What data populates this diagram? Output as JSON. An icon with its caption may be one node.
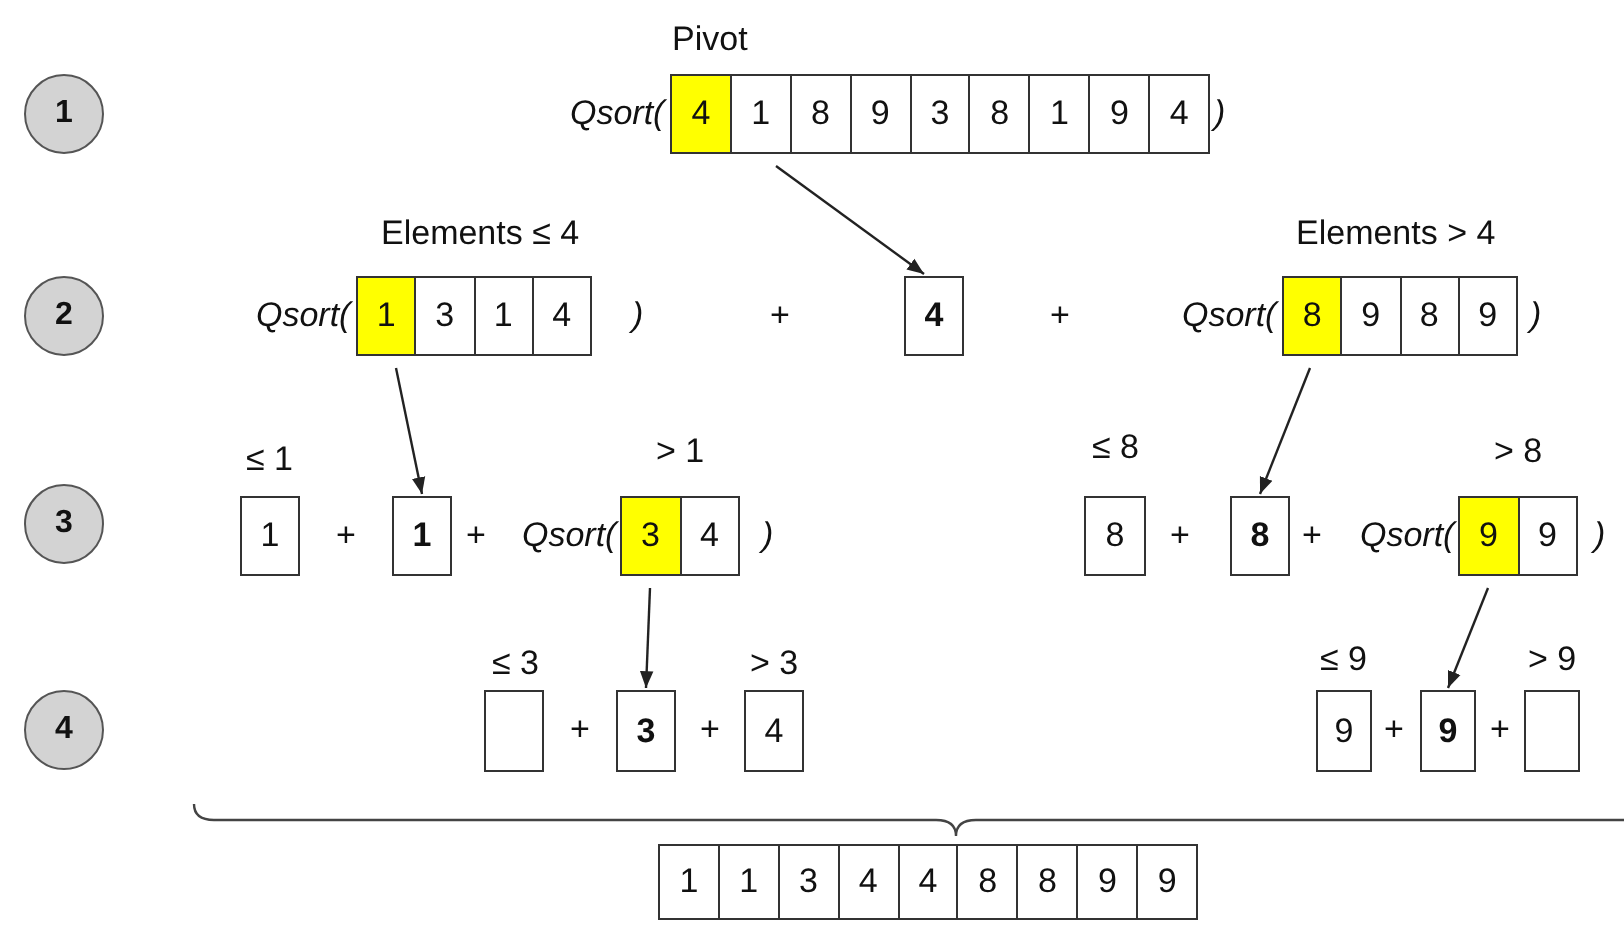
{
  "diagram": {
    "nodes": [
      {
        "text": [
          "1"
        ]
      },
      {
        "text": [
          "2"
        ]
      },
      {
        "text": [
          "3"
        ]
      },
      {
        "text": [
          "4"
        ]
      },
      {
        "text": [
          "4",
          "1",
          "8",
          "9",
          "3",
          "8",
          "1",
          "9",
          "4"
        ]
      },
      {
        "text": [
          "1",
          "3",
          "1",
          "4"
        ]
      },
      {
        "text": [
          "4"
        ]
      },
      {
        "text": [
          "8",
          "9",
          "8",
          "9"
        ]
      },
      {
        "text": [
          "1"
        ]
      },
      {
        "text": [
          "1"
        ]
      },
      {
        "text": [
          "3",
          "4"
        ]
      },
      {
        "text": [
          "8"
        ]
      },
      {
        "text": [
          "8"
        ]
      },
      {
        "text": [
          "9",
          "9"
        ]
      },
      {
        "text": [],
        "shape": "box"
      },
      {
        "text": [
          "3"
        ]
      },
      {
        "text": [
          "4"
        ]
      },
      {
        "text": [
          "9"
        ]
      },
      {
        "text": [
          "9"
        ]
      },
      {
        "text": [],
        "shape": "box"
      },
      {
        "text": [
          "1",
          "1",
          "3",
          "4",
          "4",
          "8",
          "8",
          "9",
          "9"
        ]
      }
    ],
    "edges": [
      {
        "from": 4,
        "to": 6,
        "arrow": "to"
      },
      {
        "from": 5,
        "to": 9,
        "arrow": "to"
      },
      {
        "from": 7,
        "to": 12,
        "arrow": "to"
      },
      {
        "from": 10,
        "to": 15,
        "arrow": "to"
      },
      {
        "from": 13,
        "to": 18,
        "arrow": "to"
      }
    ],
    "labels": [
      "Pivot",
      "Qsort(",
      ")",
      "Elements ≤ 4",
      "Elements > 4",
      "Qsort(",
      ")",
      "+",
      "+",
      "Qsort(",
      ")",
      "≤ 1",
      "> 1",
      "≤ 8",
      "> 8",
      "+",
      "+",
      "Qsort(",
      ")",
      "+",
      "+",
      "Qsort(",
      ")",
      "≤ 3",
      "> 3",
      "≤ 9",
      "> 9",
      "+",
      "+",
      "+",
      "+"
    ]
  }
}
